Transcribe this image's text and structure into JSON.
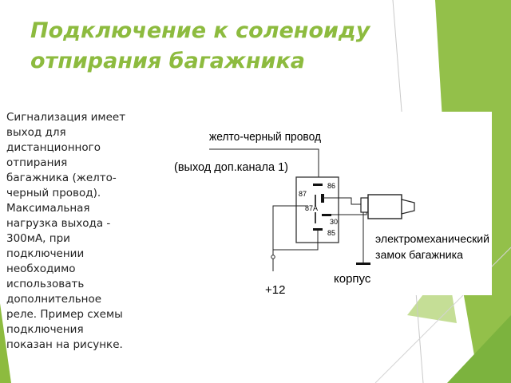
{
  "slide": {
    "title_lines": [
      "Подключение к соленоиду",
      "отпирания багажника"
    ],
    "body_lines": [
      "Сигнализация имеет",
      "выход для",
      "дистанционного",
      "отпирания",
      "багажника (желто-",
      "черный провод).",
      "Максимальная",
      "нагрузка выхода -",
      "300мА, при",
      "подключении",
      "необходимо",
      "использовать",
      "дополнительное",
      "реле. Пример схемы",
      "подключения",
      "показан на рисунке."
    ]
  },
  "diagram": {
    "labels": {
      "wire": "желто-черный провод",
      "channel": "(выход доп.канала 1)",
      "lock_line1": "электромеханический",
      "lock_line2": "замок багажника",
      "ground": "корпус",
      "power": "+12"
    },
    "pins": {
      "p86": "86",
      "p87": "87",
      "p87a": "87A",
      "p30": "30",
      "p85": "85"
    }
  },
  "colors": {
    "title": "#8dbb3f",
    "green_dark": "#5f9a34",
    "green_light": "#93c04a"
  }
}
